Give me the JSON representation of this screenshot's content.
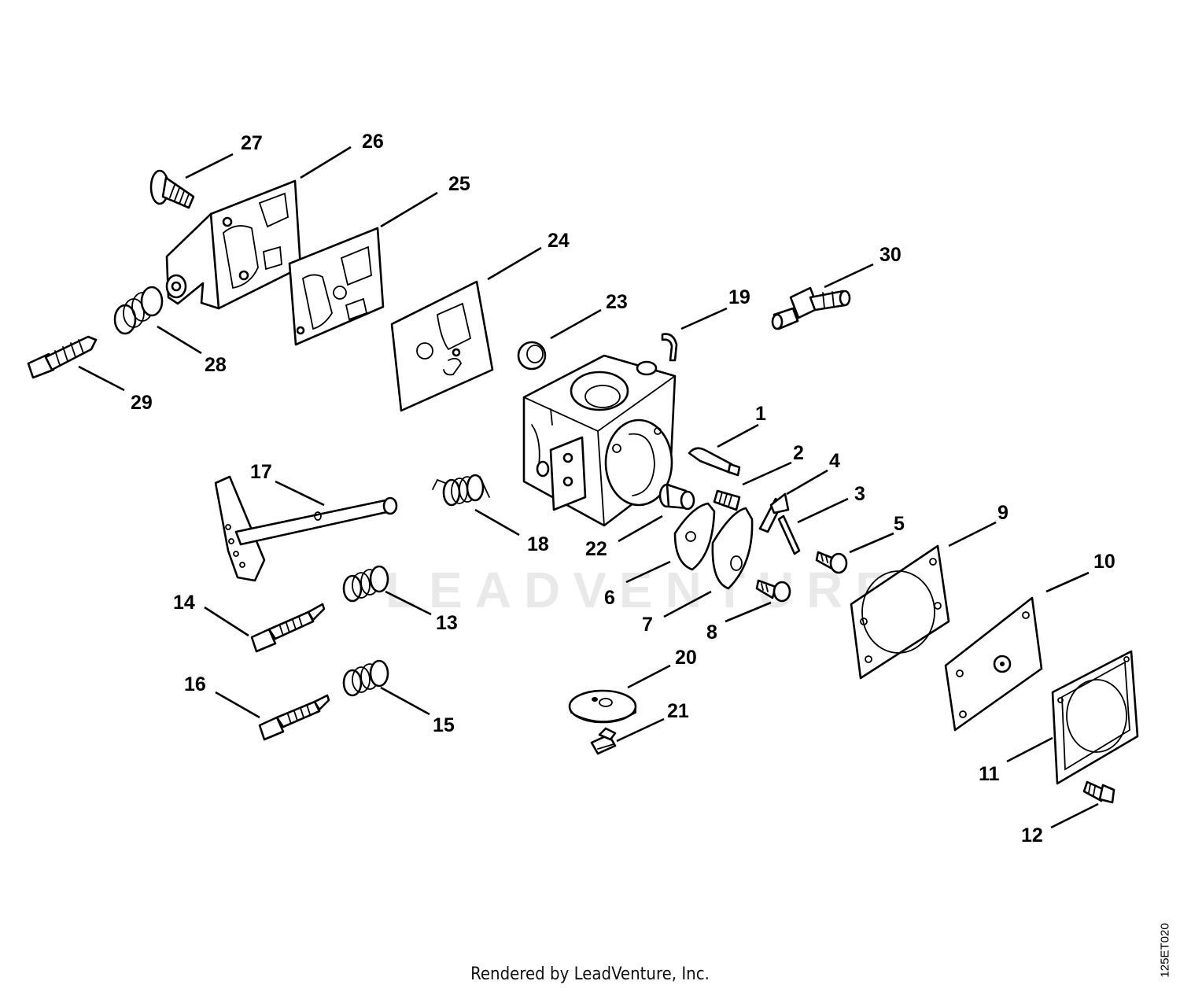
{
  "diagram": {
    "watermark": "LEADVENTURE",
    "footer": "Rendered by LeadVenture, Inc.",
    "ref_code": "125ET020",
    "callouts": [
      "1",
      "2",
      "3",
      "4",
      "5",
      "6",
      "7",
      "8",
      "9",
      "10",
      "11",
      "12",
      "13",
      "14",
      "15",
      "16",
      "17",
      "18",
      "19",
      "20",
      "21",
      "22",
      "23",
      "24",
      "25",
      "26",
      "27",
      "28",
      "29",
      "30"
    ]
  }
}
